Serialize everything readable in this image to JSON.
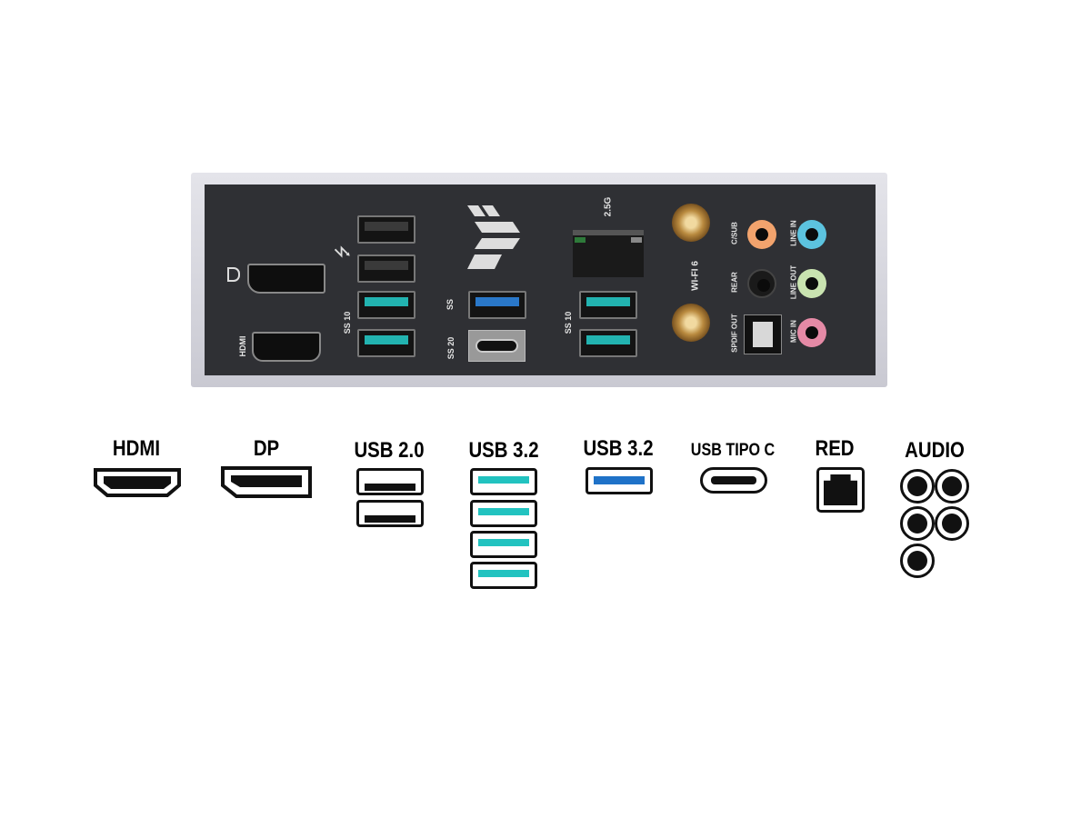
{
  "panel": {
    "labels": {
      "hdmi": "HDMI",
      "usb_ss10_left": "SS 10",
      "usb_ss": "SS",
      "usb_ss20": "SS 20",
      "lan_speed": "2.5G",
      "usb_ss10_right": "SS 10",
      "wifi": "WI-FI 6",
      "csub": "C/SUB",
      "rear": "REAR",
      "spdif": "SPDIF OUT",
      "line_in": "LINE IN",
      "line_out": "LINE OUT",
      "mic_in": "MIC IN"
    },
    "colors": {
      "plate": "#2f3034",
      "usb_teal": "#22b3b0",
      "usb_blue": "#2a78c9",
      "audio_orange": "#f2a36d",
      "audio_blue": "#5cc3df",
      "audio_green": "#c9e3b0",
      "audio_pink": "#e58aa6"
    }
  },
  "legend": {
    "items": [
      {
        "label": "HDMI"
      },
      {
        "label": "DP"
      },
      {
        "label": "USB 2.0"
      },
      {
        "label": "USB 3.2"
      },
      {
        "label": "USB 3.2"
      },
      {
        "label": "USB TIPO C"
      },
      {
        "label": "RED"
      },
      {
        "label": "AUDIO"
      }
    ]
  }
}
